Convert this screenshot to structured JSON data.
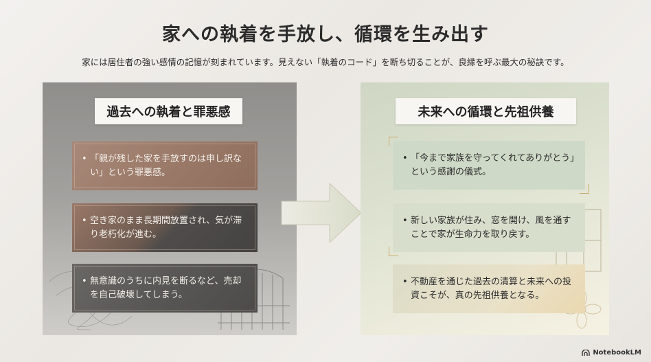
{
  "title": "家への執着を手放し、循環を生み出す",
  "subtitle": "家には居住者の強い感情の記憶が刻まれています。見えない「執着のコード」を断ち切ることが、良縁を呼ぶ最大の秘訣です。",
  "left_panel": {
    "heading": "過去への執着と罪悪感",
    "items": [
      {
        "bullet": "•",
        "text": "「親が残した家を手放すのは申し訳ない」という罪悪感。"
      },
      {
        "bullet": "•",
        "text": "空き家のまま長期間放置され、気が滞り老朽化が進む。"
      },
      {
        "bullet": "•",
        "text": "無意識のうちに内見を断るなど、売却を自己破壊してしまう。"
      }
    ]
  },
  "right_panel": {
    "heading": "未来への循環と先祖供養",
    "items": [
      {
        "bullet": "•",
        "text": "「今まで家族を守ってくれてありがとう」という感謝の儀式。"
      },
      {
        "bullet": "•",
        "text": "新しい家族が住み、窓を開け、風を通すことで家が生命力を取り戻す。"
      },
      {
        "bullet": "•",
        "text": "不動産を通じた過去の清算と未来への投資こそが、真の先祖供養となる。"
      }
    ]
  },
  "brand": {
    "name": "NotebookLM",
    "icon": "notebooklm-icon"
  },
  "colors": {
    "left_card_1": "#9b7a69",
    "left_card_3": "#585755",
    "right_card_1": "#cfd9c7",
    "gold_accent": "#c8a968"
  }
}
